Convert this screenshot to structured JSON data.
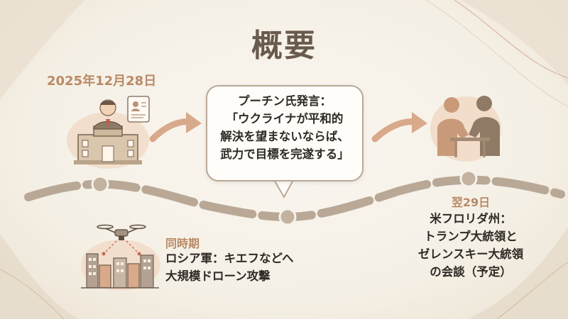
{
  "title": "概要",
  "events": [
    {
      "date": "2025年12月28日",
      "lines": [
        "プーチン氏発言：",
        "「ウクライナが平和的",
        "解決を望まないならば、",
        "武力で目標を完遂する」"
      ]
    },
    {
      "date": "同時期",
      "lines": [
        "ロシア軍：キエフなどへ",
        "大規模ドローン攻撃"
      ]
    },
    {
      "date": "翌29日",
      "lines": [
        "米フロリダ州：",
        "トランプ大統領と",
        "ゼレンスキー大統領",
        "の会談（予定）"
      ]
    }
  ],
  "icons": {
    "official": "official-building-icon",
    "drone": "drone-city-icon",
    "handshake": "handshake-icon"
  },
  "colors": {
    "timeline": "#b9a896",
    "accent": "#b88a66",
    "title": "#6a5a4d",
    "arrow": "#d8a98a"
  }
}
